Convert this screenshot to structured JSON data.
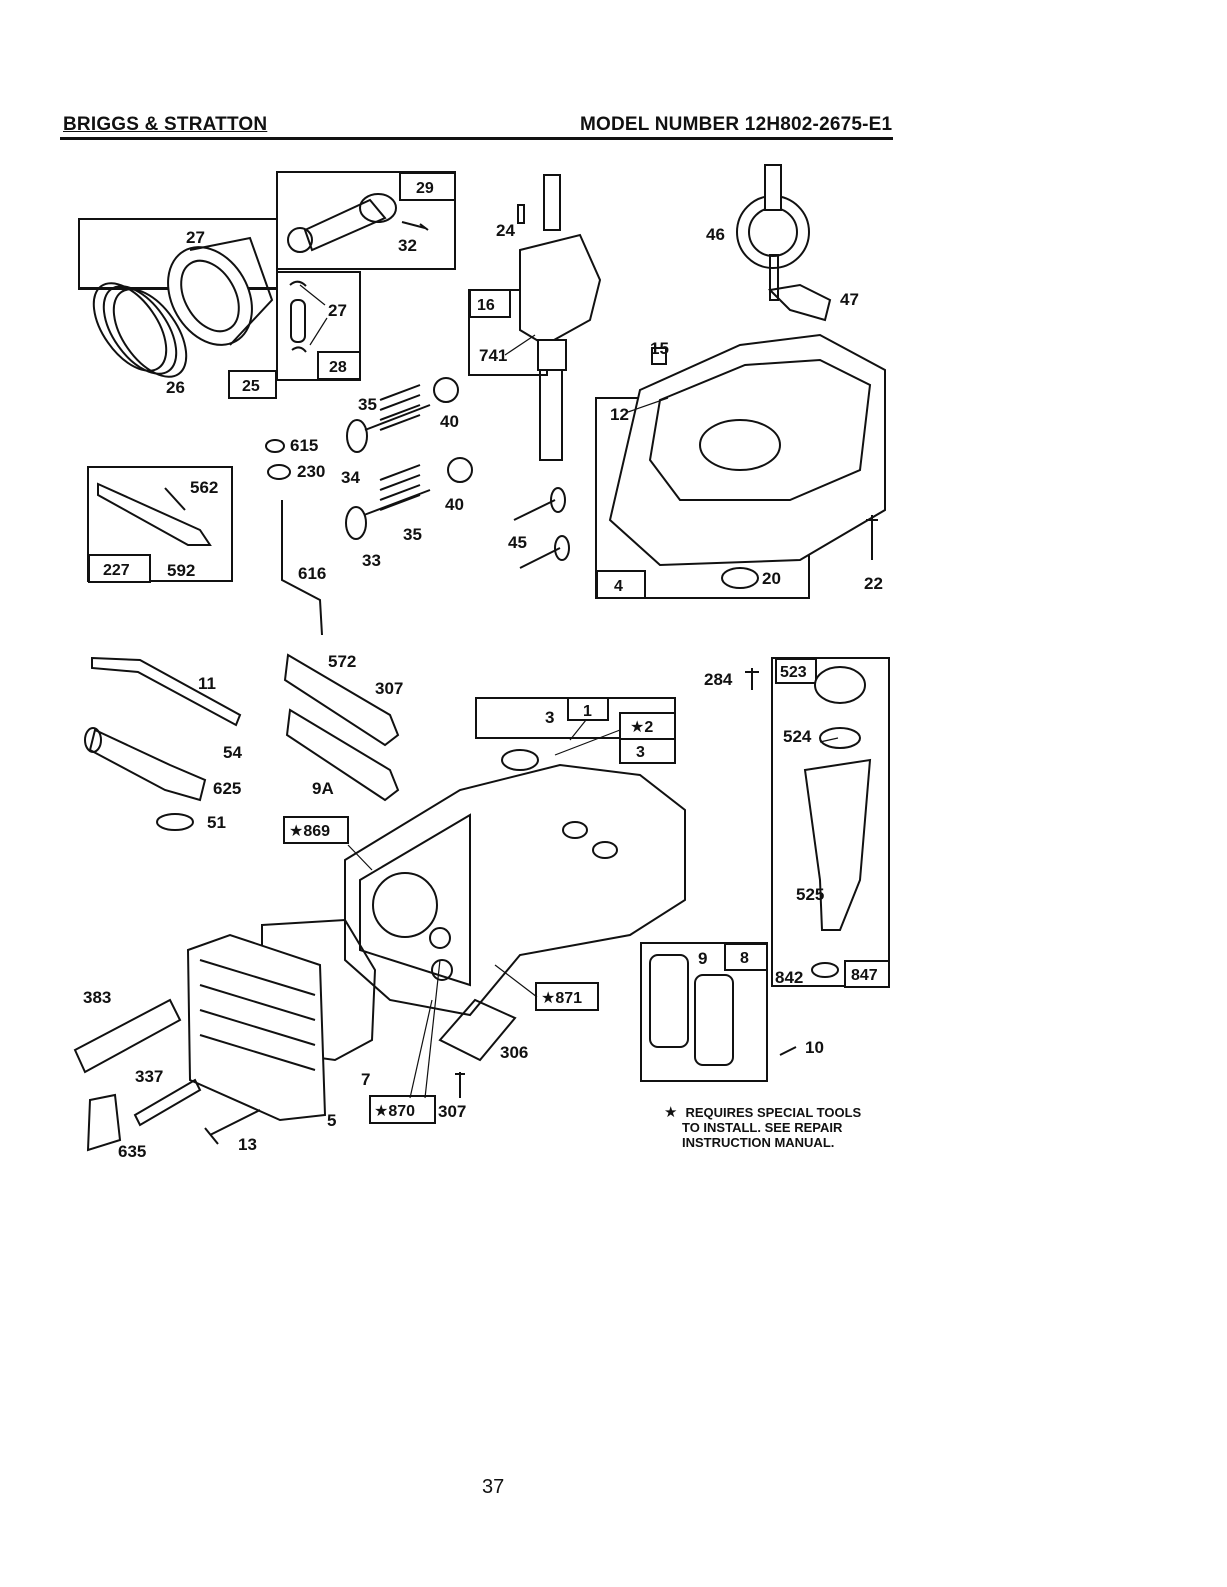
{
  "header": {
    "brand": "BRIGGS & STRATTON",
    "model": "MODEL NUMBER 12H802-2675-E1"
  },
  "diagram": {
    "kit_boxes": [
      "29",
      "25",
      "28",
      "16",
      "4",
      "227",
      "1",
      "★2",
      "3",
      "523",
      "847",
      "8",
      "★869",
      "★871",
      "★870"
    ],
    "callouts": [
      "27",
      "32",
      "26",
      "24",
      "741",
      "46",
      "47",
      "15",
      "12",
      "35",
      "40",
      "615",
      "230",
      "34",
      "33",
      "562",
      "592",
      "616",
      "45",
      "20",
      "22",
      "11",
      "54",
      "625",
      "51",
      "572",
      "307",
      "9A",
      "284",
      "524",
      "525",
      "842",
      "9",
      "10",
      "383",
      "337",
      "635",
      "13",
      "5",
      "7",
      "306"
    ]
  },
  "note": {
    "star": "★",
    "lines": [
      "REQUIRES SPECIAL TOOLS",
      "TO INSTALL.  SEE REPAIR",
      "INSTRUCTION MANUAL."
    ]
  },
  "footer": {
    "page_number": "37"
  }
}
